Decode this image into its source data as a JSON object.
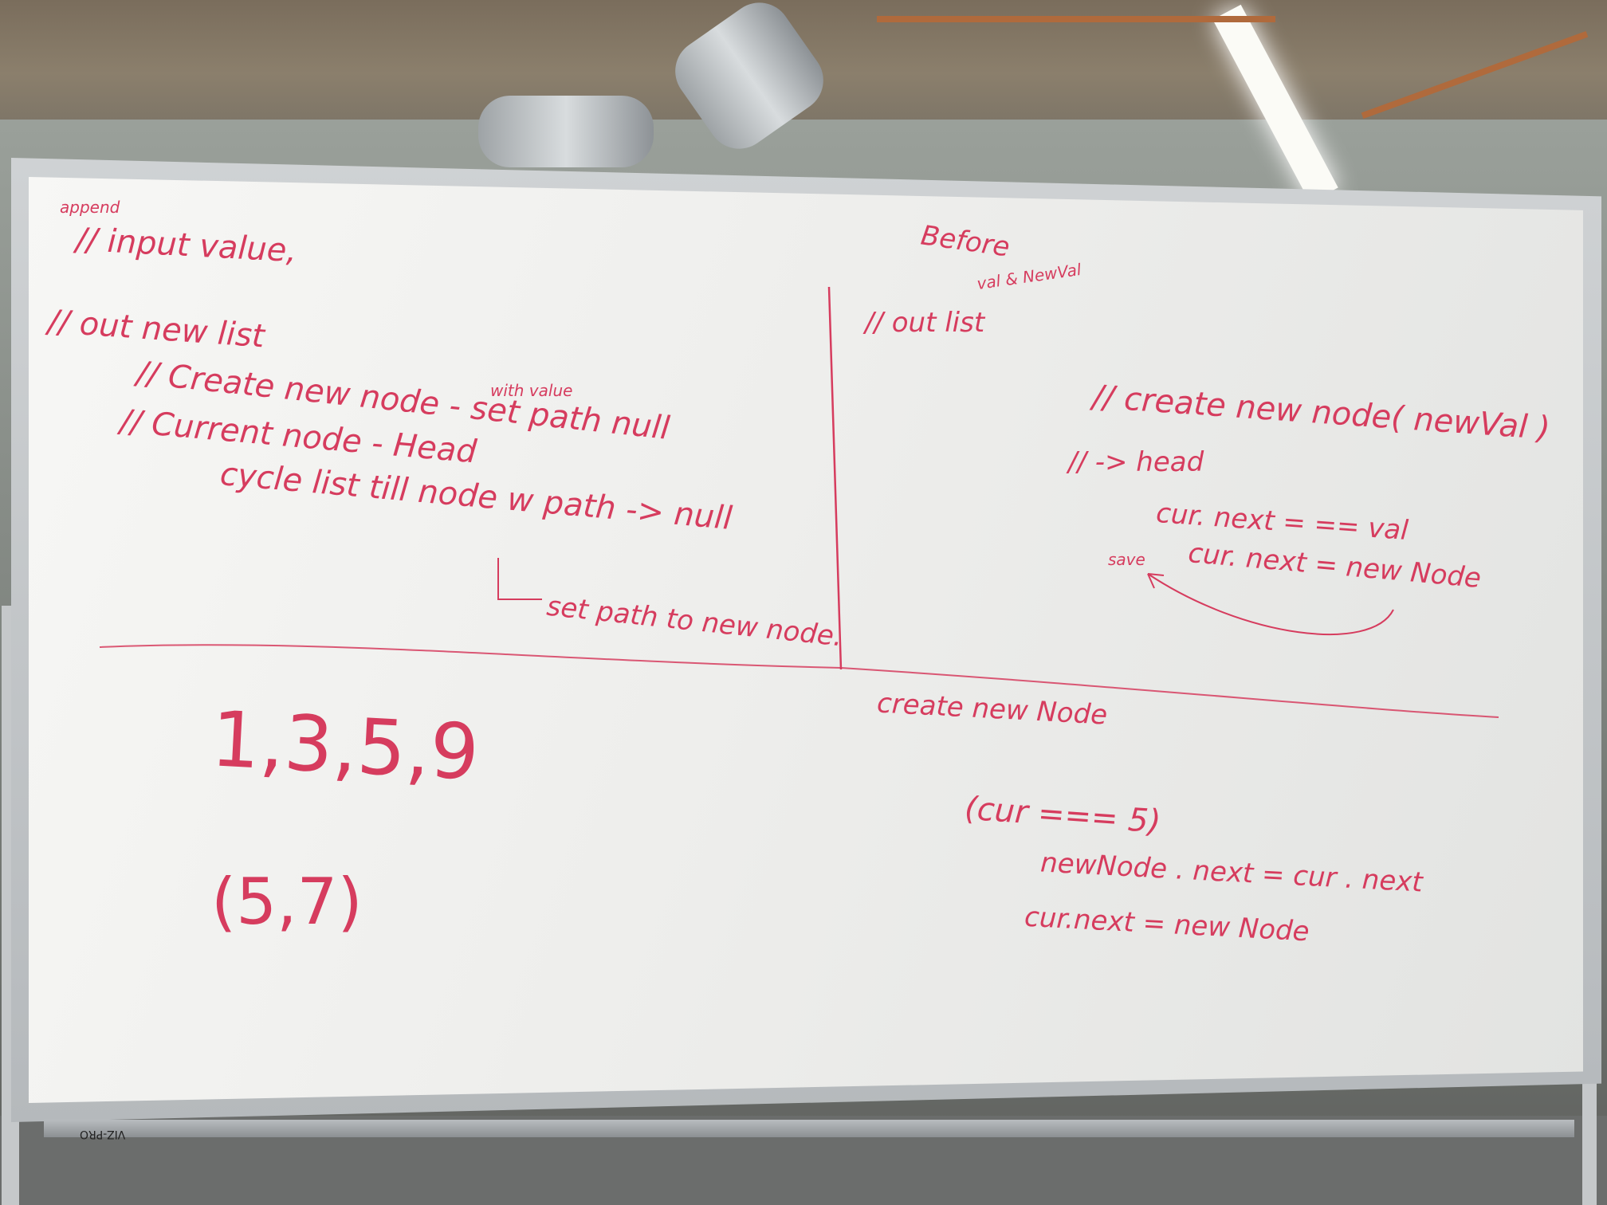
{
  "whiteboard": {
    "brand": "VIZ-PRO",
    "ink_color": "#d63c5e",
    "left_top": {
      "append": "append",
      "input": "// input   value,",
      "out": "// out      new list",
      "line1": "// Create   new node - set  path  null",
      "line1_note": "with value",
      "line2": "// Current node - Head",
      "line3": "cycle list  till node  w  path -> null",
      "line4": "set path to new node."
    },
    "right_top": {
      "before": "Before",
      "val_newval": "val & NewVal",
      "out_list": "// out  list",
      "create": "// create   new node( newVal )",
      "head": "// -> head",
      "cur_next_eq": "cur. next = == val",
      "save": "save",
      "cur_next_new": "cur. next = new Node"
    },
    "left_bottom": {
      "sequence": "1,3,5,9",
      "tuple": "(5,7)"
    },
    "right_bottom": {
      "create_node": "create  new  Node",
      "condition": "(cur === 5)",
      "assign1": "newNode . next = cur . next",
      "assign2": "cur.next = new Node"
    }
  }
}
